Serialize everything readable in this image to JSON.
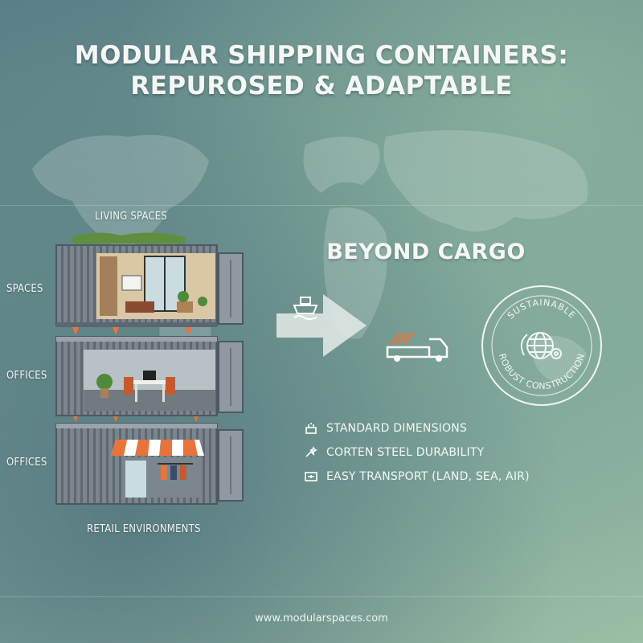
{
  "title": {
    "line1": "MODULAR SHIPPING CONTAINERS:",
    "line2": "REPUROSED & ADAPTABLE"
  },
  "labels": {
    "living_spaces": "LIVING SPACES",
    "spaces": "SPACES",
    "offices_1": "OFFICES",
    "offices_2": "OFFICES",
    "retail": "RETAIL ENVIRONMENTS"
  },
  "beyond_title": "BEYOND CARGO",
  "badge": {
    "top_text": "SUSTAINABLE",
    "bottom_text": "ROBUST CONSTRUCTION"
  },
  "features": [
    {
      "icon": "ruler-icon",
      "label": "STANDARD DIMENSIONS"
    },
    {
      "icon": "steel-icon",
      "label": "CORTEN STEEL DURABILITY"
    },
    {
      "icon": "transport-icon",
      "label": "EASY TRANSPORT (LAND, SEA, AIR)"
    }
  ],
  "footer": "www.modularspaces.com",
  "colors": {
    "container": "#6f7b84",
    "accent_orange": "#e8743b",
    "arrow": "#dde7e2"
  }
}
